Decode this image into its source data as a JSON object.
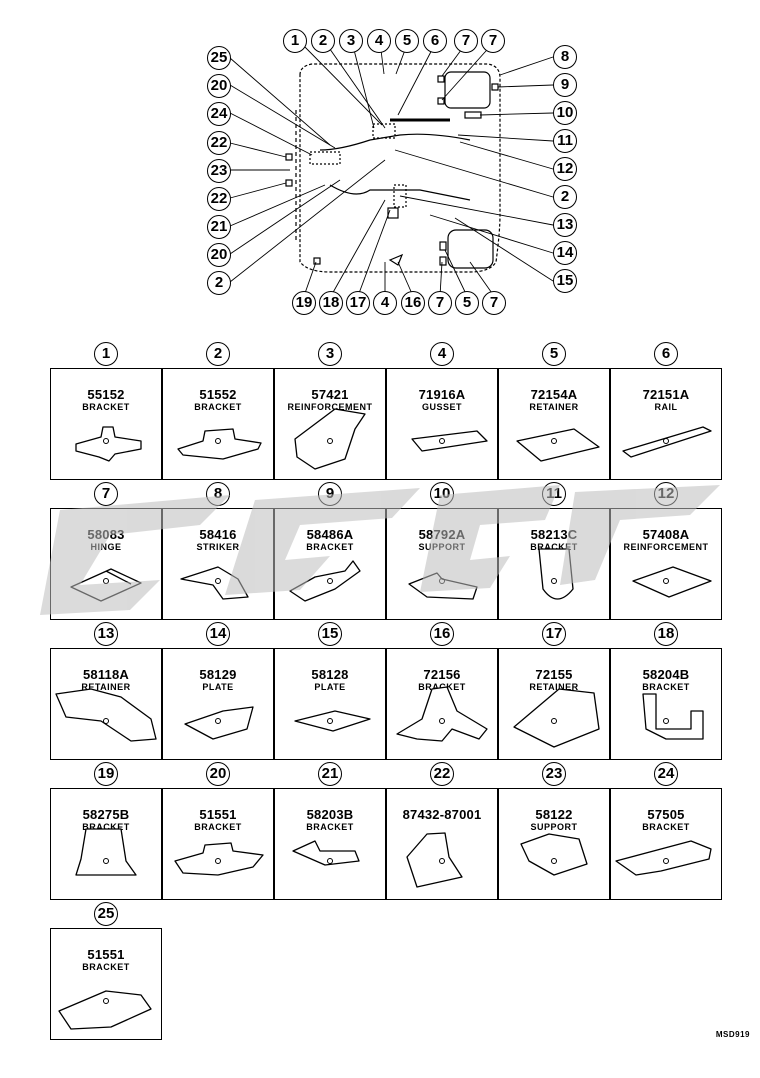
{
  "diagram": {
    "callouts_top": [
      "1",
      "2",
      "3",
      "4",
      "5",
      "6",
      "7",
      "7"
    ],
    "callouts_left": [
      "25",
      "20",
      "24",
      "22",
      "23",
      "22",
      "21",
      "20",
      "2"
    ],
    "callouts_right": [
      "8",
      "9",
      "10",
      "11",
      "12",
      "2",
      "13",
      "14",
      "15"
    ],
    "callouts_bottom": [
      "19",
      "18",
      "17",
      "4",
      "16",
      "7",
      "5",
      "7"
    ]
  },
  "parts": [
    {
      "no": "1",
      "part": "55152",
      "name": "BRACKET"
    },
    {
      "no": "2",
      "part": "51552",
      "name": "BRACKET"
    },
    {
      "no": "3",
      "part": "57421",
      "name": "REINFORCEMENT"
    },
    {
      "no": "4",
      "part": "71916A",
      "name": "GUSSET"
    },
    {
      "no": "5",
      "part": "72154A",
      "name": "RETAINER"
    },
    {
      "no": "6",
      "part": "72151A",
      "name": "RAIL"
    },
    {
      "no": "7",
      "part": "58083",
      "name": "HINGE"
    },
    {
      "no": "8",
      "part": "58416",
      "name": "STRIKER"
    },
    {
      "no": "9",
      "part": "58486A",
      "name": "BRACKET"
    },
    {
      "no": "10",
      "part": "58792A",
      "name": "SUPPORT"
    },
    {
      "no": "11",
      "part": "58213C",
      "name": "BRACKET"
    },
    {
      "no": "12",
      "part": "57408A",
      "name": "REINFORCEMENT"
    },
    {
      "no": "13",
      "part": "58118A",
      "name": "RETAINER"
    },
    {
      "no": "14",
      "part": "58129",
      "name": "PLATE"
    },
    {
      "no": "15",
      "part": "58128",
      "name": "PLATE"
    },
    {
      "no": "16",
      "part": "72156",
      "name": "BRACKET"
    },
    {
      "no": "17",
      "part": "72155",
      "name": "RETAINER"
    },
    {
      "no": "18",
      "part": "58204B",
      "name": "BRACKET"
    },
    {
      "no": "19",
      "part": "58275B",
      "name": "BRACKET"
    },
    {
      "no": "20",
      "part": "51551",
      "name": "BRACKET"
    },
    {
      "no": "21",
      "part": "58203B",
      "name": "BRACKET"
    },
    {
      "no": "22",
      "part": "87432-87001",
      "name": ""
    },
    {
      "no": "23",
      "part": "58122",
      "name": "SUPPORT"
    },
    {
      "no": "24",
      "part": "57505",
      "name": "BRACKET"
    },
    {
      "no": "25",
      "part": "51551",
      "name": "BRACKET"
    }
  ],
  "footer_code": "MSD919"
}
